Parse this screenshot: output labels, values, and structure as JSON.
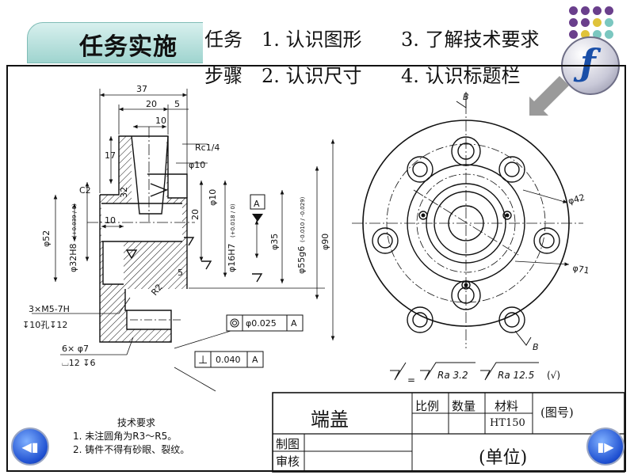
{
  "header": {
    "title": "任务实施",
    "row1_label": "任务",
    "row2_label": "步骤",
    "tasks": [
      "1. 认识图形",
      "3. 了解技术要求",
      "2. 认识尺寸",
      "4. 认识标题栏"
    ]
  },
  "drawing": {
    "section_label": "B-B",
    "dims": {
      "d37": "37",
      "d20": "20",
      "d5a": "5",
      "d10a": "10",
      "d17": "17",
      "rc": "Rc1/4",
      "phi10a": "φ10",
      "phi10b": "φ10",
      "d32": "32",
      "c2": "C2",
      "d10b": "10",
      "d20b": "20",
      "phi52": "φ52",
      "phi32": "φ32H8",
      "phi32_tol": "(+0.039 / 0)",
      "phi16": "φ16H7",
      "phi16_tol": "(+0.018 / 0)",
      "phi35": "φ35",
      "phi55": "φ55g6",
      "phi55_tol": "(-0.010 / -0.029)",
      "phi90": "φ90",
      "d5b": "5",
      "r2": "R2",
      "thread": "3×M5-7H",
      "thread_depth": "↧10孔↧12",
      "cbore": "6× φ7",
      "cbore_depth": "⌴12 ↧6",
      "datum": "A",
      "coax": "φ0.025",
      "coax_ref": "A",
      "perp_sym": "⊥",
      "perp": "0.040",
      "perp_ref": "A",
      "b_label": "B",
      "phi42": "φ42",
      "phi71": "φ71",
      "finish1": "Ra 3.2",
      "finish2": "Ra 12.5",
      "finish_check": "(√)",
      "eq": "="
    }
  },
  "title_block": {
    "part_name": "端盖",
    "scale": "比例",
    "qty": "数量",
    "material": "材料",
    "drawing_no": "(图号)",
    "material_value": "HT150",
    "drawn": "制图",
    "checked": "审核",
    "unit": "(单位)"
  },
  "requirements": {
    "heading": "技术要求",
    "items": [
      "1. 未注圆角为R3～R5。",
      "2. 铸件不得有砂眼、裂纹。"
    ]
  },
  "nav": {
    "prev": "◀▮",
    "next": "▮▶"
  }
}
